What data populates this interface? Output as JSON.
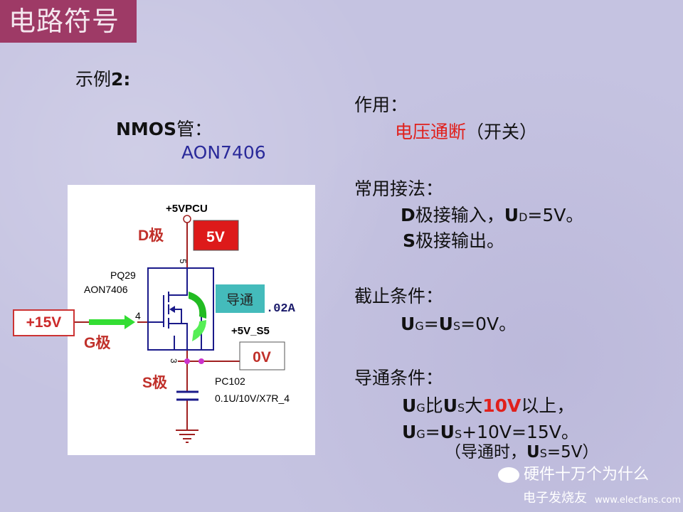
{
  "title": "电路符号",
  "example": {
    "label": "示例",
    "num": "2",
    "colon": ":"
  },
  "device": {
    "type": "NMOS",
    "suffix": "管：",
    "part": "AON7406"
  },
  "right": {
    "role_label": "作用：",
    "role_red": "电压通断",
    "role_rest": "（开关）",
    "usage_label": "常用接法：",
    "usage1": {
      "a": "D",
      "b": "极接输入，",
      "u": "U",
      "sub": "D",
      "c": "=5V。"
    },
    "usage2": {
      "a": "S",
      "b": "极接输出。"
    },
    "cutoff_label": "截止条件：",
    "cutoff": {
      "u1": "U",
      "s1": "G",
      "eq": "=",
      "u2": "U",
      "s2": "S",
      "c": "=0V。"
    },
    "on_label": "导通条件：",
    "on1": {
      "u1": "U",
      "s1": "G",
      "m": "比",
      "u2": "U",
      "s2": "S",
      "big": "大",
      "red": "10V",
      "c": "以上，"
    },
    "on2": {
      "u1": "U",
      "s1": "G",
      "eq": "=",
      "u2": "U",
      "s2": "S",
      "c": "+10V=15V。"
    },
    "on3": {
      "a": "（导通时，",
      "u": "U",
      "s": "S",
      "c": "=5V）"
    }
  },
  "schematic": {
    "vcc": "+5VPCU",
    "d_label": "D极",
    "d_volt": "5V",
    "pin5": "5",
    "ref": "PQ29",
    "part": "AON7406",
    "on_tag": "导通",
    "current": ".02A",
    "s5_net": "+5V_S5",
    "s_volt": "0V",
    "pin3": "3",
    "g_volt": "+15V",
    "g_label": "G极",
    "pin4": "4",
    "s_label": "S极",
    "cap_ref": "PC102",
    "cap_val": "0.1U/10V/X7R_4"
  },
  "watermark": {
    "text": "硬件十万个为什么",
    "logo": "电子发烧友",
    "url": "www.elecfans.com"
  },
  "colors": {
    "title_bg": "#9e3a66",
    "red": "#e0201c",
    "wire": "#a02020",
    "mos": "#1a1a8a",
    "green": "#33cc33",
    "teal": "#44bbbb",
    "node": "#cc33cc"
  }
}
